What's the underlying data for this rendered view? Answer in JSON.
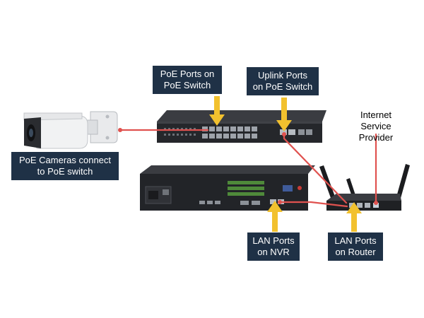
{
  "labels": {
    "poe_ports": [
      "PoE Ports on",
      "PoE Switch"
    ],
    "uplink_ports": [
      "Uplink Ports",
      "on PoE Switch"
    ],
    "internet_provider": [
      "Internet",
      "Service",
      "Provider"
    ],
    "poe_cameras": [
      "PoE Cameras connect",
      "to PoE switch"
    ],
    "lan_nvr": [
      "LAN Ports",
      "on NVR"
    ],
    "lan_router": [
      "LAN Ports",
      "on Router"
    ]
  },
  "colors": {
    "label_bg": "#1f3146",
    "label_text": "#ffffff",
    "arrow": "#f2c12e",
    "cable": "#e0524f",
    "device_dark": "#2b2d31",
    "port_green": "#4f8a3a"
  },
  "icons": {
    "camera": "bullet-camera-icon",
    "switch": "poe-switch-icon",
    "nvr": "nvr-recorder-icon",
    "router": "wifi-router-icon"
  }
}
